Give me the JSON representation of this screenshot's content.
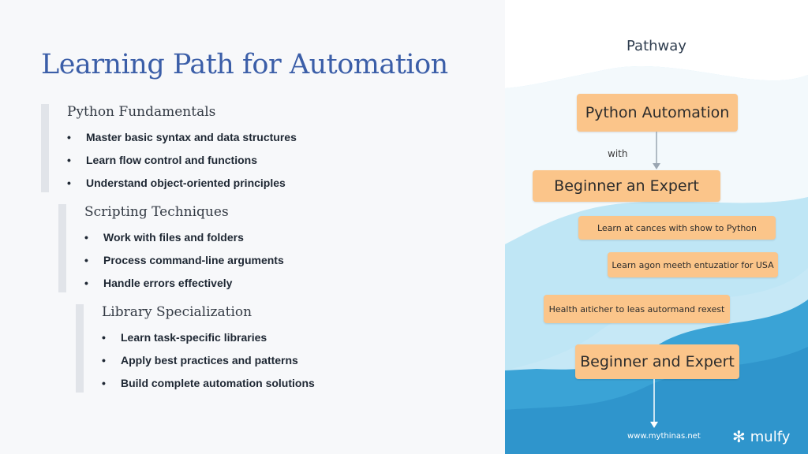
{
  "slide": {
    "title": "Learning Path for Automation",
    "sections": [
      {
        "heading": "Python Fundamentals",
        "items": [
          "Master basic syntax and data structures",
          "Learn flow control and functions",
          "Understand object-oriented principles"
        ]
      },
      {
        "heading": "Scripting Techniques",
        "items": [
          "Work with files and folders",
          "Process command-line arguments",
          "Handle errors effectively"
        ]
      },
      {
        "heading": "Library Specialization",
        "items": [
          "Learn task-specific libraries",
          "Apply best practices and patterns",
          "Build complete automation solutions"
        ]
      }
    ],
    "bullet": "•"
  },
  "panel": {
    "title_line1": "Two Python Automation",
    "title_line2": "Pathway",
    "box1": "Python Automation",
    "with_label": "with",
    "box2": "Beginner an Expert",
    "box3": "Learn at cances with show to Python",
    "box4": "Learn agon meeth entuzatior for USA",
    "box5": "Health aıticher to leas autormand rexest",
    "box6": "Beginner and Expert",
    "footer_url": "www.mythinas.net",
    "logo_text": "mulfy",
    "logo_icon": "asterisk-icon",
    "colors": {
      "title_blue": "#3b5ea8",
      "box_orange": "#fbc58a",
      "wave_light": "#bfe6f5",
      "wave_dark": "#2f9bd0"
    }
  }
}
